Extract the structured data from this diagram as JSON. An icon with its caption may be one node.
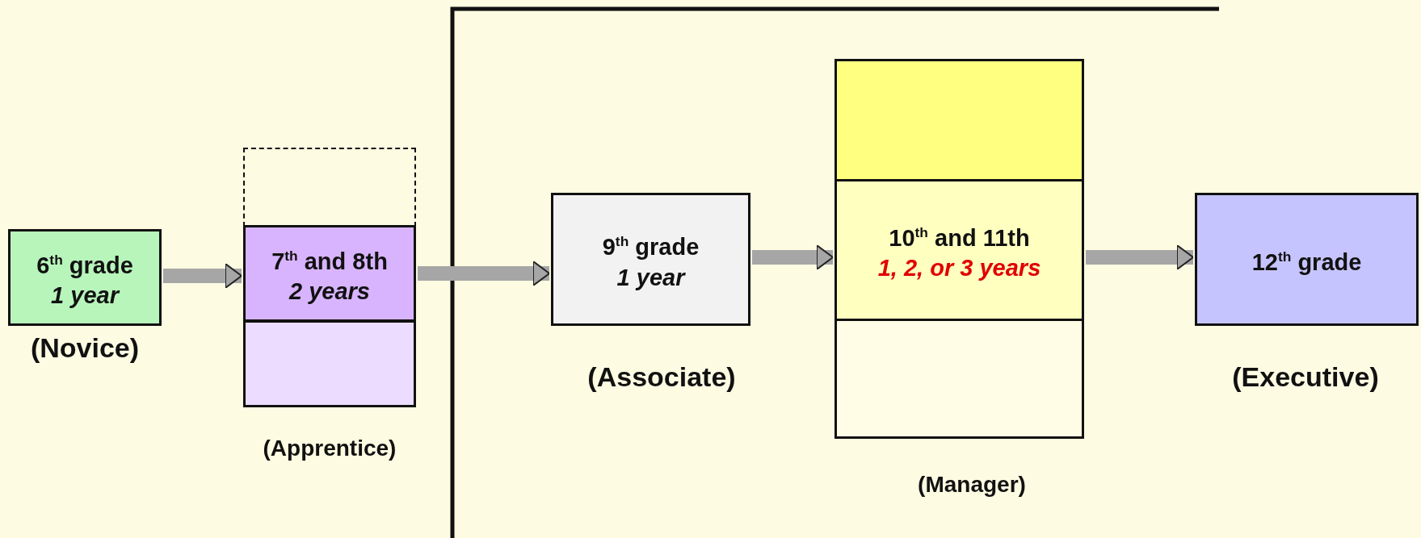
{
  "diagram": {
    "nodes": [
      {
        "text": [
          "6$^{th}$ grade",
          "1 year"
        ],
        "beside": [
          "(Novice)"
        ]
      },
      {
        "text": [],
        "shape": "box"
      },
      {
        "text": [
          "7$^{th}$ and 8th",
          "2 years"
        ]
      },
      {
        "text": [],
        "shape": "box",
        "beside": [
          "(Apprentice)"
        ]
      },
      {
        "text": [
          "9$^{th}$ grade",
          "1 year"
        ],
        "beside": [
          "(Associate)"
        ]
      },
      {
        "text": [],
        "shape": "box"
      },
      {
        "text": [
          "10$^{th}$ and 11th",
          "1, 2, or 3 years"
        ]
      },
      {
        "text": [],
        "shape": "box",
        "beside": [
          "(Manager)"
        ]
      },
      {
        "text": [
          "12$^{th}$ grade"
        ],
        "beside": [
          "(Executive)"
        ]
      }
    ],
    "edges": [
      {
        "from": 0,
        "to": 2,
        "arrow": "to"
      },
      {
        "from": 2,
        "to": 4,
        "arrow": "to"
      },
      {
        "from": 4,
        "to": 6,
        "arrow": "to"
      },
      {
        "from": 6,
        "to": 8,
        "arrow": "to"
      }
    ]
  }
}
